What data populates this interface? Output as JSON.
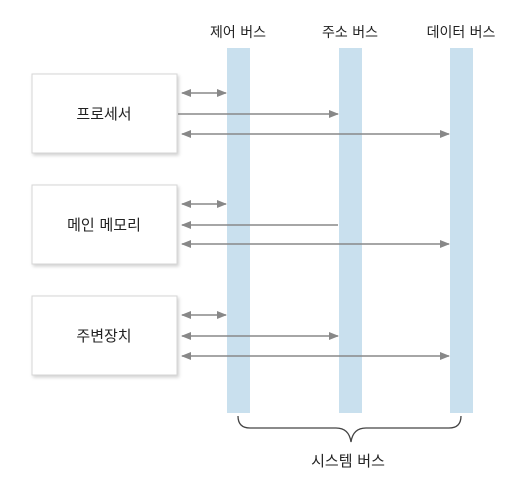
{
  "buses": {
    "control": {
      "label": "제어 버스"
    },
    "address": {
      "label": "주소 버스"
    },
    "data": {
      "label": "데이터 버스"
    }
  },
  "components": {
    "processor": {
      "label": "프로세서"
    },
    "memory": {
      "label": "메인 메모리"
    },
    "peripheral": {
      "label": "주변장치"
    }
  },
  "system_bus": {
    "label": "시스템 버스"
  },
  "colors": {
    "bus_fill": "#c9e0ee",
    "arrow": "#888888",
    "box_border": "#d6d6d6",
    "brace": "#444444"
  }
}
